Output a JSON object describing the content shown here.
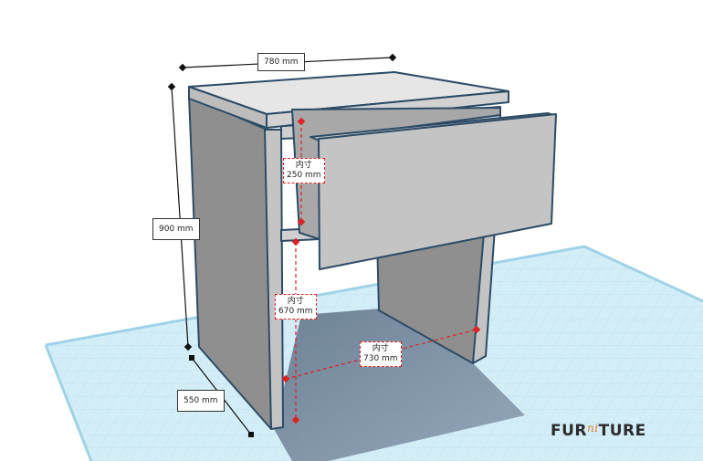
{
  "dimensions": {
    "width": "780 mm",
    "height": "900 mm",
    "depth": "550 mm",
    "inner_drawer": {
      "prefix": "内寸",
      "value": "250 mm"
    },
    "inner_leg": {
      "prefix": "内寸",
      "value": "670 mm"
    },
    "inner_width": {
      "prefix": "内寸",
      "value": "730 mm"
    }
  },
  "logo": {
    "left": "FUR",
    "middle": "ni",
    "right": "TURE"
  },
  "colors": {
    "grid_plane": "#d4eef8",
    "grid_line": "#b3dcec",
    "panel_front": "#8f8f8f",
    "panel_light": "#c4c4c4",
    "top_surface": "#e6e6e6",
    "edge": "#2d4b66",
    "shadow": "#6b7f94",
    "dimension_red": "#dd2222"
  }
}
